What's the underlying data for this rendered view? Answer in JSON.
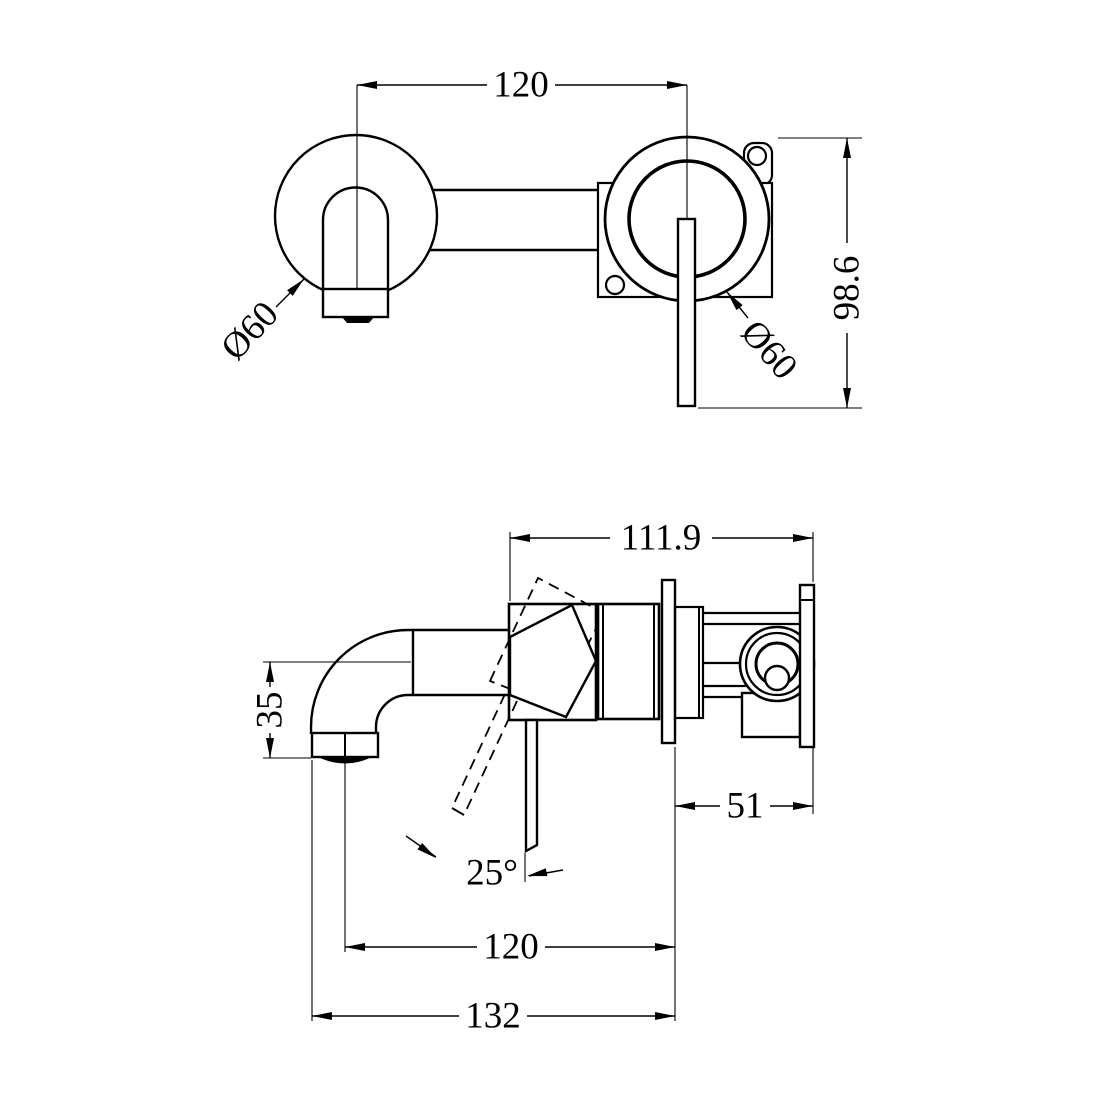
{
  "drawing": {
    "colors": {
      "line": "#000000",
      "background": "#ffffff"
    },
    "front_view": {
      "width_between_centers": "120",
      "overall_height": "98.6",
      "spout_flange_diameter": "Ø60",
      "mixer_flange_diameter": "Ø60"
    },
    "side_view": {
      "body_projection": "111.9",
      "spout_drop": "35",
      "behind_wall_depth": "51",
      "handle_swing_angle": "25°",
      "spout_reach": "120",
      "overall_depth": "132"
    }
  }
}
